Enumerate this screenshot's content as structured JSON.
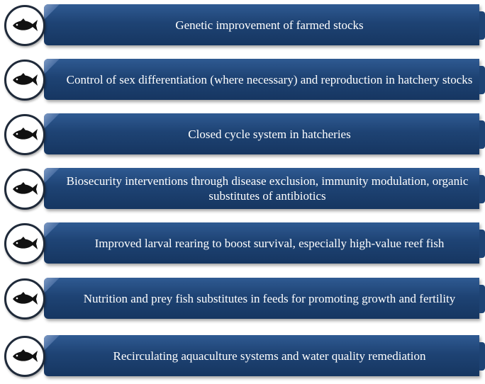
{
  "items": [
    {
      "label": "Genetic improvement of farmed stocks",
      "icon": "fish-icon"
    },
    {
      "label": "Control of sex differentiation (where necessary) and reproduction in hatchery stocks",
      "icon": "fish-icon"
    },
    {
      "label": "Closed cycle system in hatcheries",
      "icon": "fish-icon"
    },
    {
      "label": "Biosecurity interventions through disease exclusion, immunity modulation, organic substitutes of antibiotics",
      "icon": "fish-icon"
    },
    {
      "label": "Improved larval rearing to boost survival, especially high-value reef fish",
      "icon": "fish-icon"
    },
    {
      "label": "Nutrition and prey fish substitutes in feeds for promoting growth and fertility",
      "icon": "fish-icon"
    },
    {
      "label": "Recirculating aquaculture systems and water quality remediation",
      "icon": "fish-icon"
    }
  ],
  "colors": {
    "bar": "#1e4374",
    "bar_highlight": "#7d9ac4",
    "badge_border": "#1f2a3a",
    "text": "#ffffff",
    "fish": "#111111"
  }
}
